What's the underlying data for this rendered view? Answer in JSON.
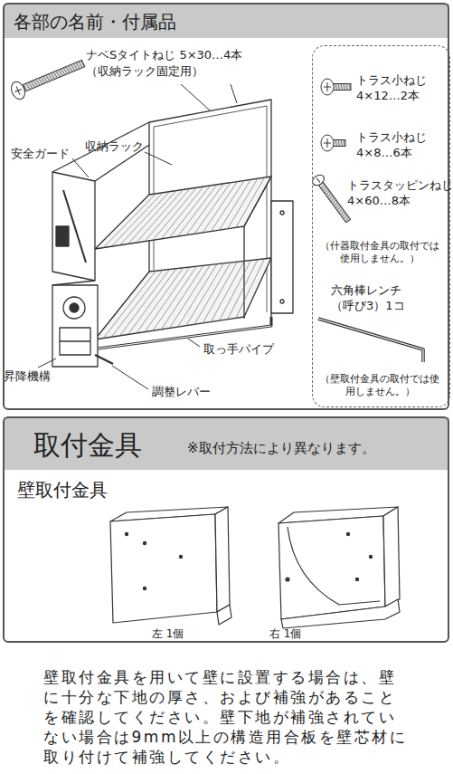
{
  "diagram": {
    "nodes": [
      {
        "text": [
          "各部の名前・付属品"
        ]
      },
      {
        "text": [
          "トラス小ねじ 4×12…2本",
          "トラス小ねじ 4×8…6本",
          "トラスタッピンねじ 4×60…8本",
          "（什器取付金具の取付では使用しません。）",
          "六角棒レンチ （呼び3）1コ",
          "（壁取付金具の取付では使用しません。）"
        ],
        "in": 0
      },
      {
        "text": [
          "取付金具",
          "※取付方法により異なります。",
          "壁取付金具"
        ]
      }
    ],
    "labels": [
      "ナベSタイトねじ 5×30…4本（収納ラック固定用）",
      "収納ラック",
      "安全ガード",
      "取っ手パイプ",
      "昇降機構",
      "調整レバー",
      "左 1個",
      "右 1個",
      "壁取付金具を用いて壁に設置する場合は、壁に十分な下地の厚さ、および補強があることを確認してください。壁下地が補強されていない場合は9mm以上の構造用合板を壁芯材に取り付けて補強してください。"
    ]
  }
}
